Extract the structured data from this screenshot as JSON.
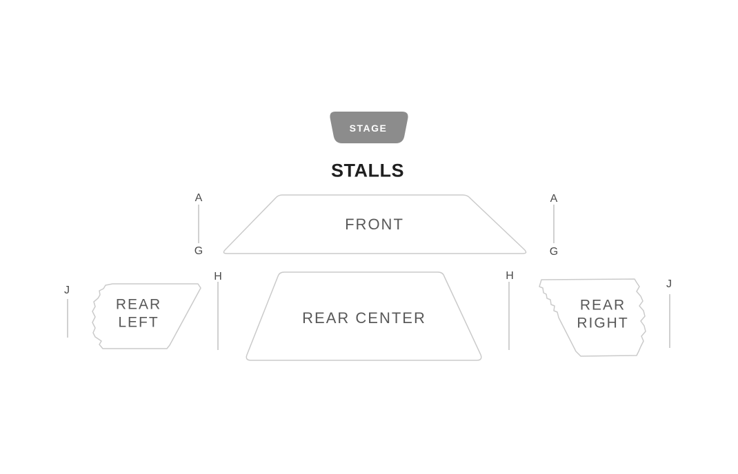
{
  "colors": {
    "background": "#ffffff",
    "stage_fill": "#8c8c8c",
    "stage_text": "#ffffff",
    "title_text": "#1f1f1f",
    "section_outline": "#cacaca",
    "section_fill": "#ffffff",
    "section_label": "#585858",
    "row_letter": "#4a4a4a",
    "row_line": "#b0b0b0"
  },
  "stage": {
    "label": "STAGE"
  },
  "title": {
    "label": "STALLS"
  },
  "sections": {
    "front": {
      "label": "FRONT"
    },
    "rear_left": {
      "label": "REAR LEFT"
    },
    "rear_center": {
      "label": "REAR CENTER"
    },
    "rear_right": {
      "label": "REAR RIGHT"
    }
  },
  "row_markers": {
    "front_left_start": "A",
    "front_left_end": "G",
    "front_right_start": "A",
    "front_right_end": "G",
    "center_left": "H",
    "center_right": "H",
    "outer_left": "J",
    "outer_right": "J"
  }
}
